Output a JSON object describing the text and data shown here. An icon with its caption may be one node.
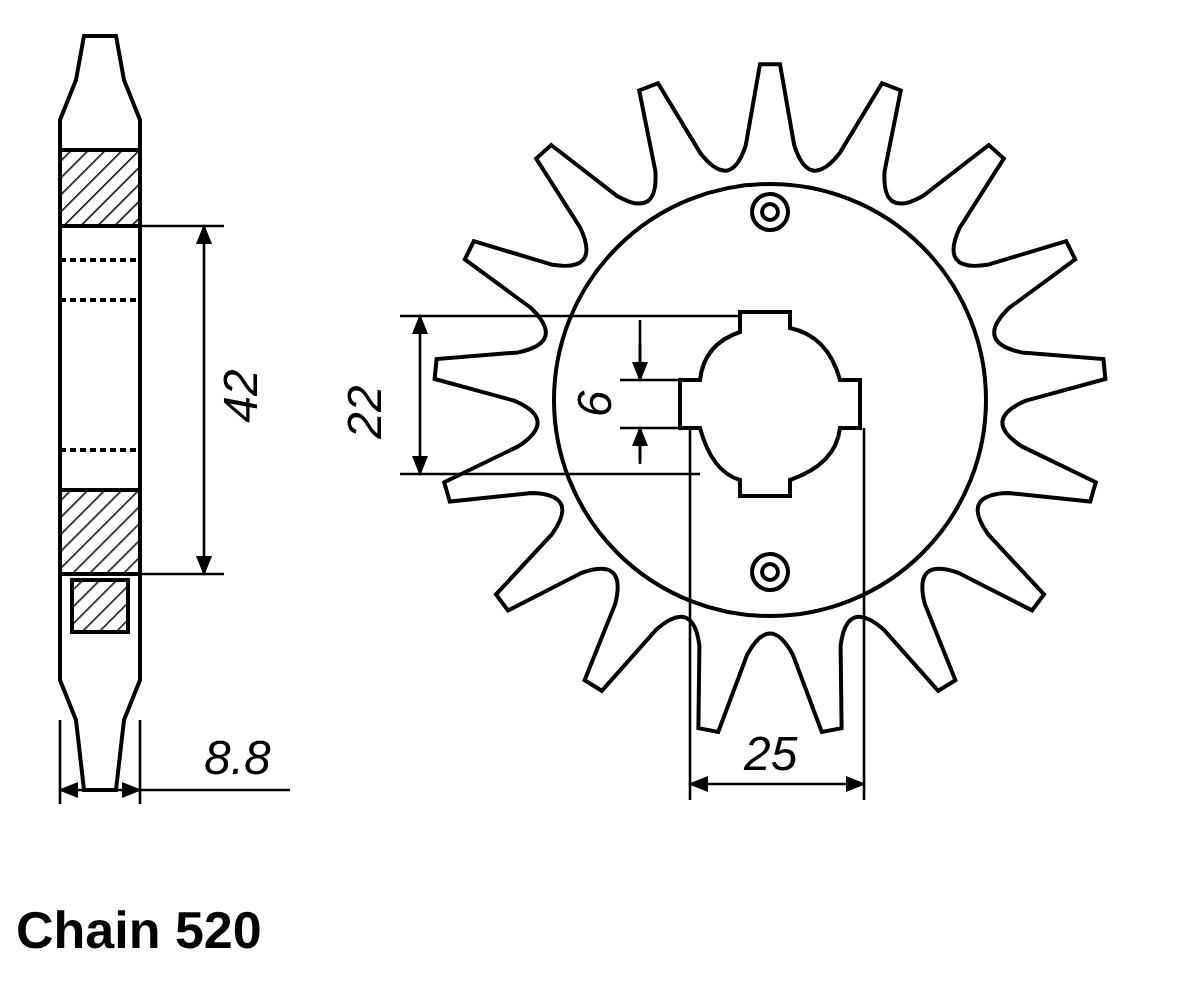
{
  "diagram": {
    "labels": [
      "42",
      "22",
      "6",
      "8.8",
      "25",
      "Chain 520"
    ]
  }
}
